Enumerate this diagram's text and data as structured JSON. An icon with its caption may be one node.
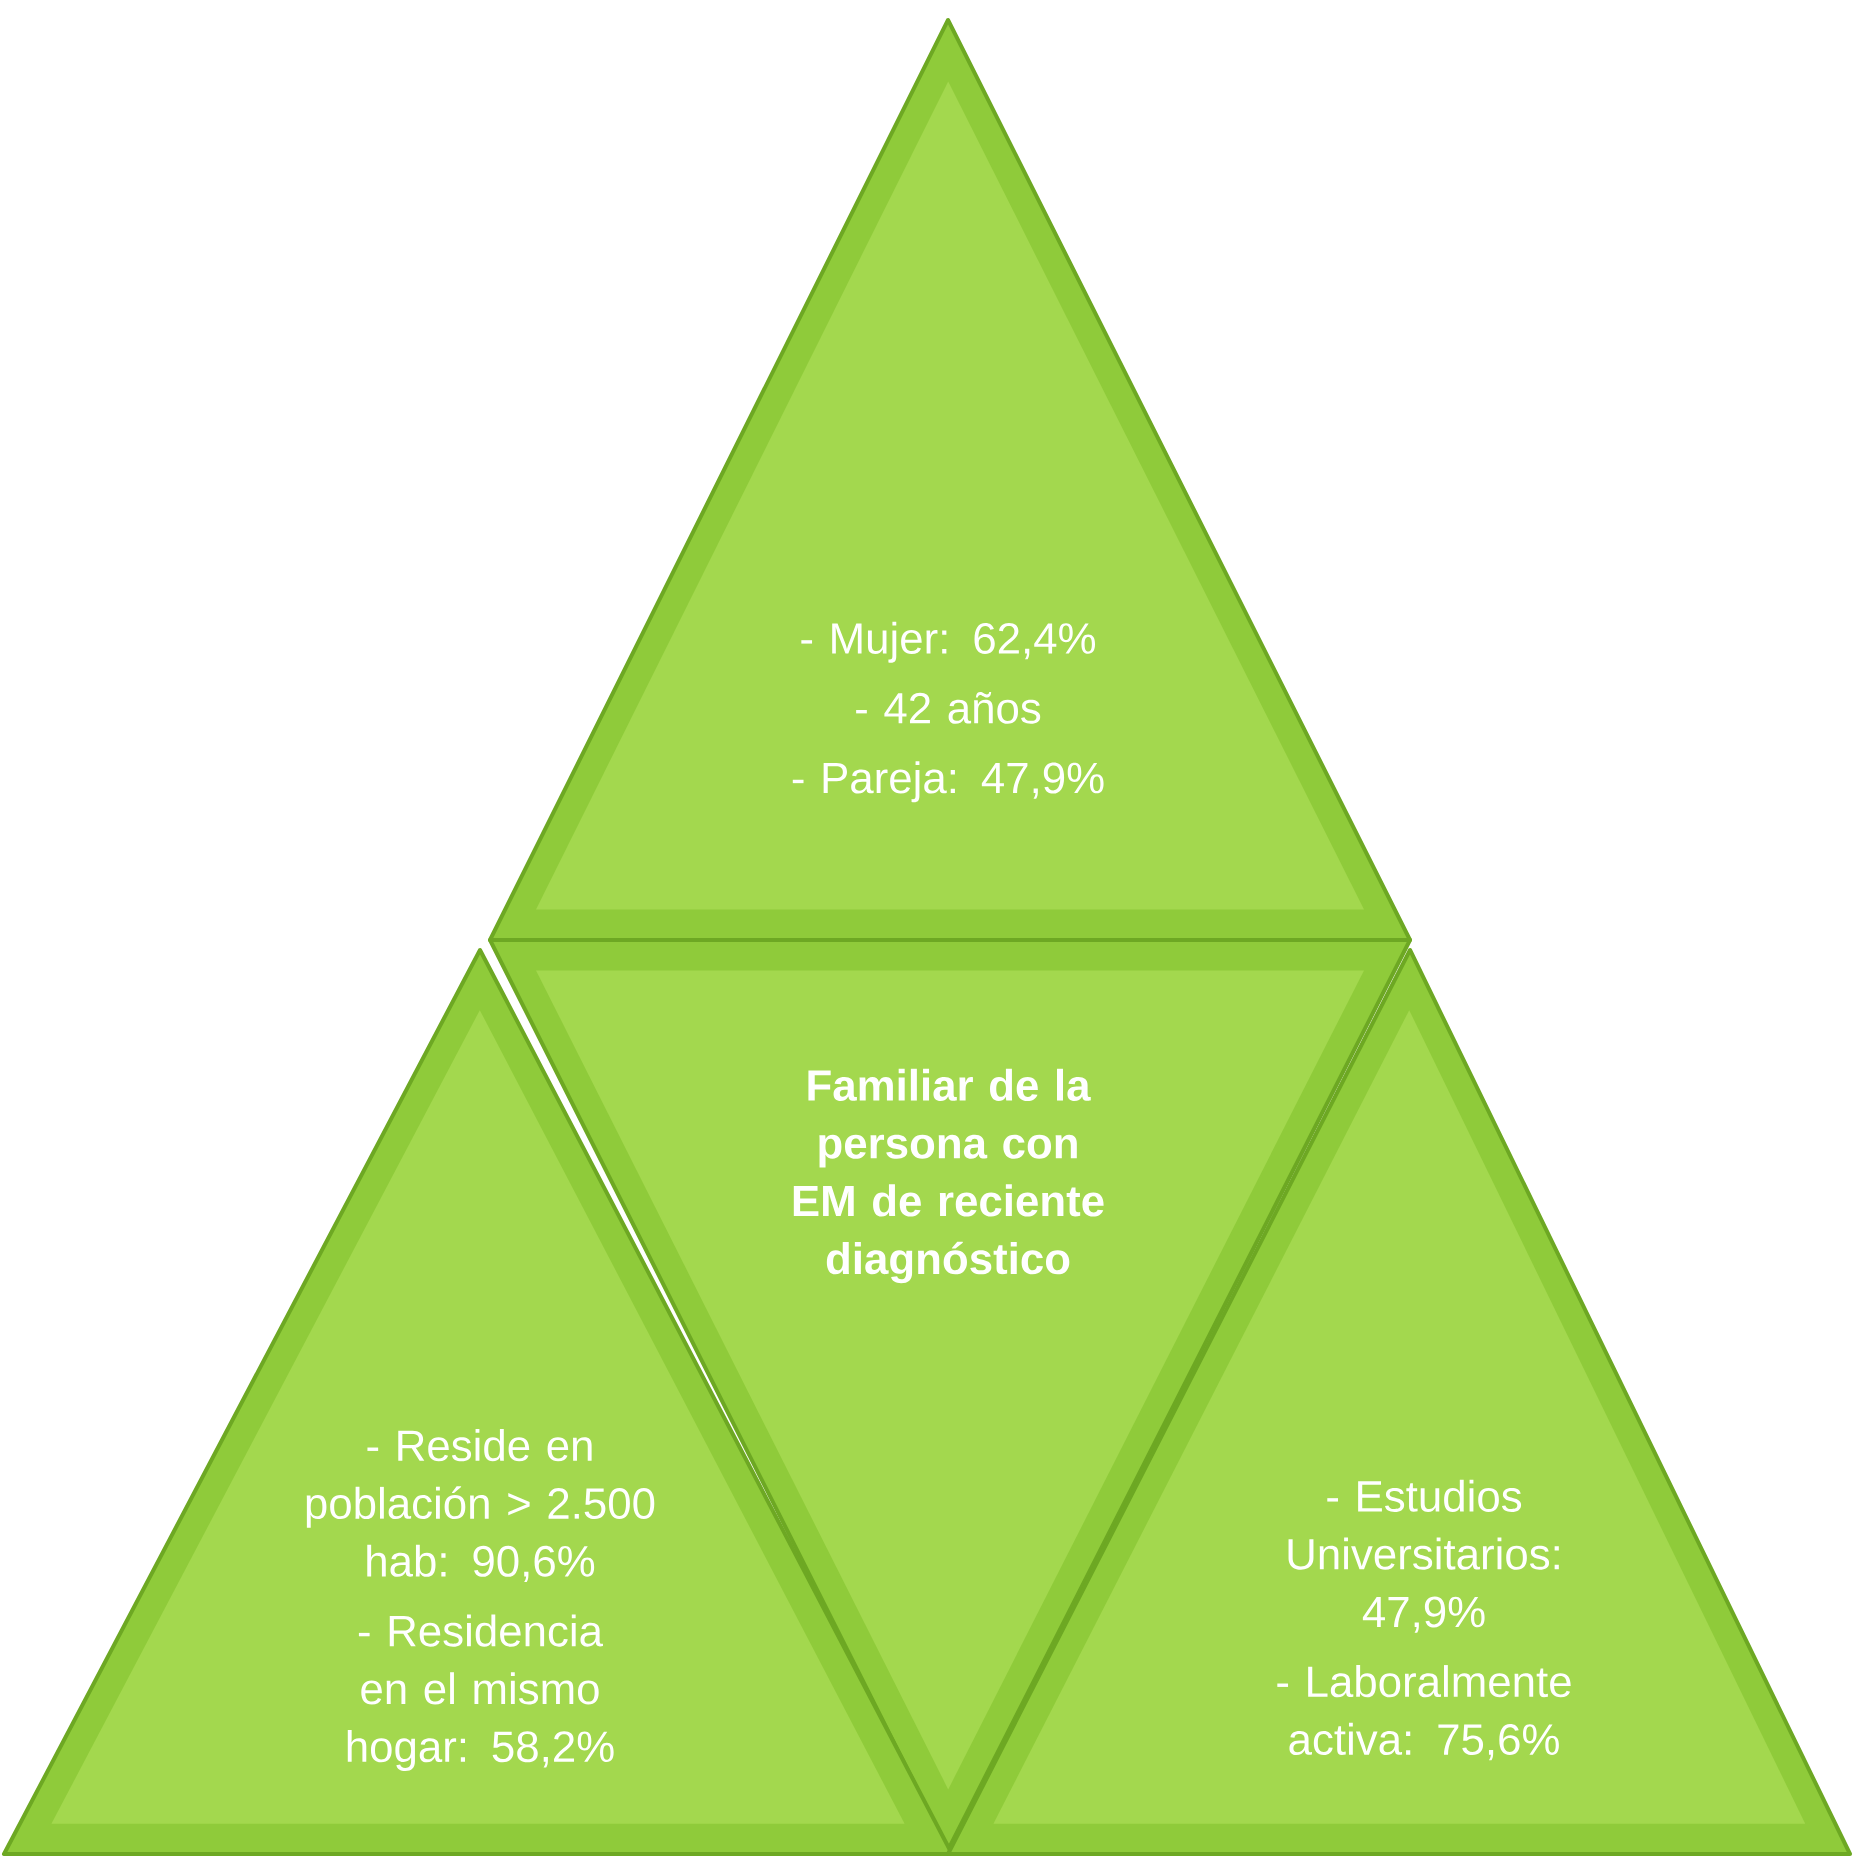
{
  "diagram": {
    "nodes": [
      {
        "text": [
          "- Mujer: 62,4%",
          "- 42 años",
          "- Pareja: 47,9%"
        ]
      },
      {
        "text": [
          "Familiar de la persona con EM de reciente diagnóstico"
        ]
      },
      {
        "text": [
          "- Reside en población > 2.500 hab: 90,6%",
          "- Residencia en el mismo hogar: 58,2%"
        ]
      },
      {
        "text": [
          "- Estudios Universitarios: 47,9%",
          "- Laboralmente activa: 75,6%"
        ]
      }
    ]
  }
}
